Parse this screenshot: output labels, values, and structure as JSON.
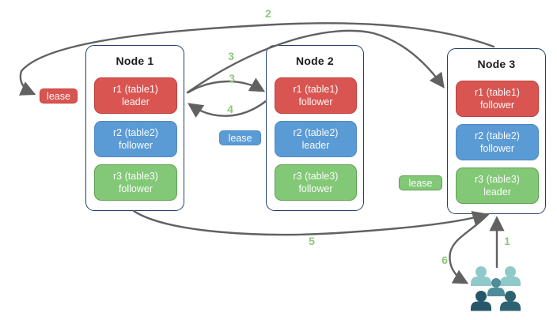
{
  "colors": {
    "red-fill": "#d95551",
    "red-border": "#bf403c",
    "blue-fill": "#5b9bd5",
    "blue-border": "#4e88c4",
    "green-fill": "#82c877",
    "green-border": "#5da050",
    "node-border": "#24406b",
    "arrow": "#616161",
    "step-label": "#8cc87a",
    "users-light": "#8fc9c9",
    "users-mid": "#4d8c98",
    "users-dark-left": "#27566a",
    "users-dark-right": "#2e6273"
  },
  "nodes": [
    {
      "title": "Node 1",
      "replicas": [
        {
          "name": "r1 (table1)",
          "role": "leader",
          "color": "red"
        },
        {
          "name": "r2 (table2)",
          "role": "follower",
          "color": "blue"
        },
        {
          "name": "r3 (table3)",
          "role": "follower",
          "color": "green"
        }
      ]
    },
    {
      "title": "Node 2",
      "replicas": [
        {
          "name": "r1 (table1)",
          "role": "follower",
          "color": "red"
        },
        {
          "name": "r2 (table2)",
          "role": "leader",
          "color": "blue"
        },
        {
          "name": "r3 (table3)",
          "role": "follower",
          "color": "green"
        }
      ]
    },
    {
      "title": "Node 3",
      "replicas": [
        {
          "name": "r1 (table1)",
          "role": "follower",
          "color": "red"
        },
        {
          "name": "r2 (table2)",
          "role": "follower",
          "color": "blue"
        },
        {
          "name": "r3 (table3)",
          "role": "leader",
          "color": "green"
        }
      ]
    }
  ],
  "leases": [
    {
      "label": "lease",
      "color": "red"
    },
    {
      "label": "lease",
      "color": "blue"
    },
    {
      "label": "lease",
      "color": "green"
    }
  ],
  "steps": [
    {
      "text": "1"
    },
    {
      "text": "2"
    },
    {
      "text": "3"
    },
    {
      "text": "3"
    },
    {
      "text": "4"
    },
    {
      "text": "5"
    },
    {
      "text": "6"
    }
  ]
}
